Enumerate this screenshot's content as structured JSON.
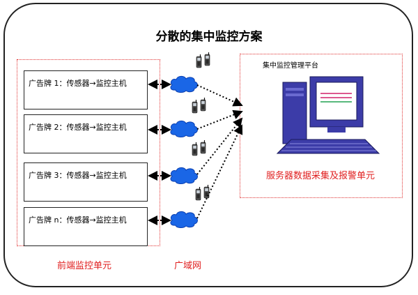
{
  "title": "分散的集中监控方案",
  "signs": [
    "广告牌 1：传感器→监控主机",
    "广告牌 2：传感器→监控主机",
    "广告牌 3：传感器→监控主机",
    "广告牌 n：传感器→监控主机"
  ],
  "front_end_label": "前端监控单元",
  "wan_label": "广域网",
  "platform_label": "集中监控管理平台",
  "server_caption": "服务器数据采集及报警单元",
  "colors": {
    "cloud": "#1a66e6",
    "cloud_dark": "#0b3fb0",
    "accent_red": "#e02020",
    "monitor_frame": "#3c3ca8",
    "screen_red": "#d0206a",
    "screen_green": "#20a050"
  },
  "icons": [
    "cloud-icon",
    "mobile-phone-icon",
    "computer-server-icon"
  ]
}
